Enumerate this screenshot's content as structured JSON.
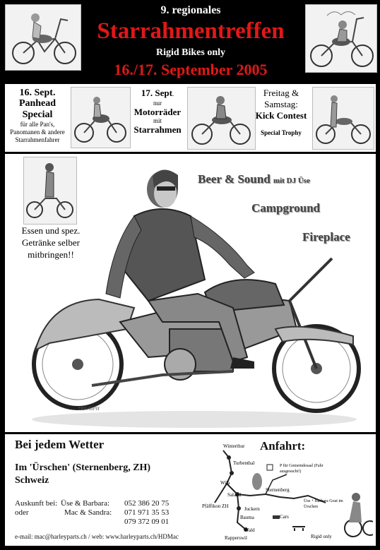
{
  "header": {
    "edition": "9. regionales",
    "title": "Starrahmentreffen",
    "subtitle": "Rigid Bikes only",
    "dates": "16./17. September 2005"
  },
  "events": {
    "e1": {
      "date": "16. Sept.",
      "line1": "Panhead",
      "line2": "Special",
      "small": "für alle Pan's, Panomanen & andere Starrahmenfahrer"
    },
    "e2": {
      "date": "17. Sept",
      "dot": ".",
      "nur": "nur",
      "line1": "Motorräder",
      "mit": "mit",
      "line2": "Starrahmen"
    },
    "e3": {
      "line1": "Freitag &",
      "line2": "Samstag:",
      "line3": "Kick Contest",
      "small": "Special Trophy"
    }
  },
  "features": {
    "beer": "Beer & Sound",
    "beer_small": "mit DJ Üse",
    "camp": "Campground",
    "fire": "Fireplace"
  },
  "bring": {
    "l1": "Essen und spez.",
    "l2": "Getränke selber",
    "l3": "mitbringen!!"
  },
  "signature": "TRIUMPH",
  "info": {
    "weather": "Bei jedem Wetter",
    "location": "Im 'Ürschen' (Sternenberg, ZH)",
    "country": "Schweiz",
    "auskunft_label": "Auskunft bei:",
    "oder_label": "oder",
    "c1_name": "Üse & Barbara:",
    "c1_phone": "052 386 20 75",
    "c2_name": "Mac & Sandra:",
    "c2_phone1": "071 971 35 53",
    "c2_phone2": "079 372 09 01",
    "footer": "e-mail: mac@harleyparts.ch / web: www.harleyparts.ch/HDMac"
  },
  "map": {
    "title": "Anfahrt:",
    "labels": {
      "winterthur": "Winterthur",
      "turbenthal": "Turbenthal",
      "wila": "Wila",
      "saland": "Saland",
      "pfaeffikon": "Pfäffikon ZH",
      "sternenberg": "Sternenberg",
      "bauma": "Bauma",
      "juckern": "Juckern",
      "wald": "Wald",
      "rapperswil": "Rapperswil",
      "parking": "P für Gemeindesaal (Fahr ausgesucht!)",
      "urschen": "Üse + Barbara Goat im Ürschen",
      "cars": "Cars",
      "rigid": "Rigid only"
    }
  }
}
